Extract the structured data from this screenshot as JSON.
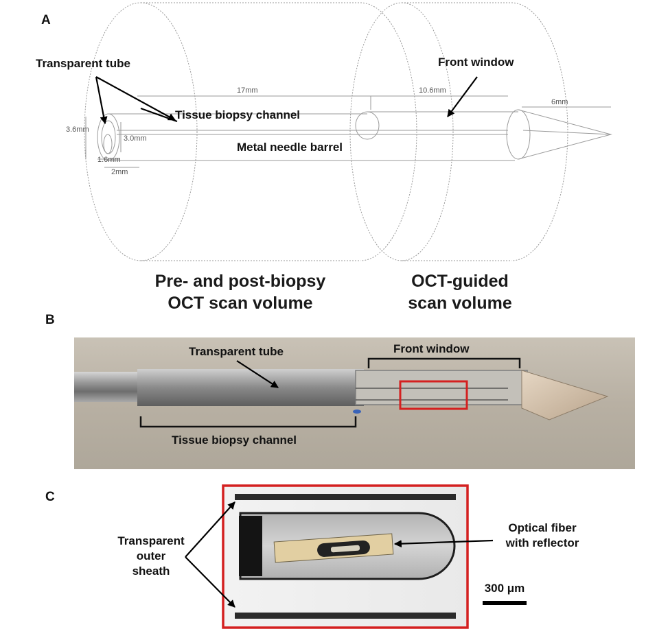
{
  "panels": {
    "a": "A",
    "b": "B",
    "c": "C"
  },
  "panel_a": {
    "transparent_tube": "Transparent tube",
    "front_window": "Front window",
    "tissue_biopsy_channel": "Tissue biopsy channel",
    "metal_needle_barrel": "Metal needle barrel",
    "dims": {
      "len_17": "17mm",
      "len_10_6": "10.6mm",
      "len_6": "6mm",
      "d_3_6": "3.6mm",
      "d_3_0": "3.0mm",
      "d_1_6": "1.6mm",
      "d_2": "2mm"
    },
    "volume_left_line1": "Pre- and post-biopsy",
    "volume_left_line2": "OCT scan volume",
    "volume_right_line1": "OCT-guided",
    "volume_right_line2": "scan volume"
  },
  "panel_b": {
    "transparent_tube": "Transparent tube",
    "front_window": "Front window",
    "tissue_biopsy_channel": "Tissue biopsy channel"
  },
  "panel_c": {
    "outer_sheath_line1": "Transparent",
    "outer_sheath_line2": "outer",
    "outer_sheath_line3": "sheath",
    "fiber_line1": "Optical fiber",
    "fiber_line2": "with reflector",
    "scale_bar": "300 μm"
  },
  "colors": {
    "highlight_box": "#d42020",
    "photo_background": "#b9b2a6",
    "metal": "#8d8d8d",
    "fiber": "#e2cfa2"
  }
}
